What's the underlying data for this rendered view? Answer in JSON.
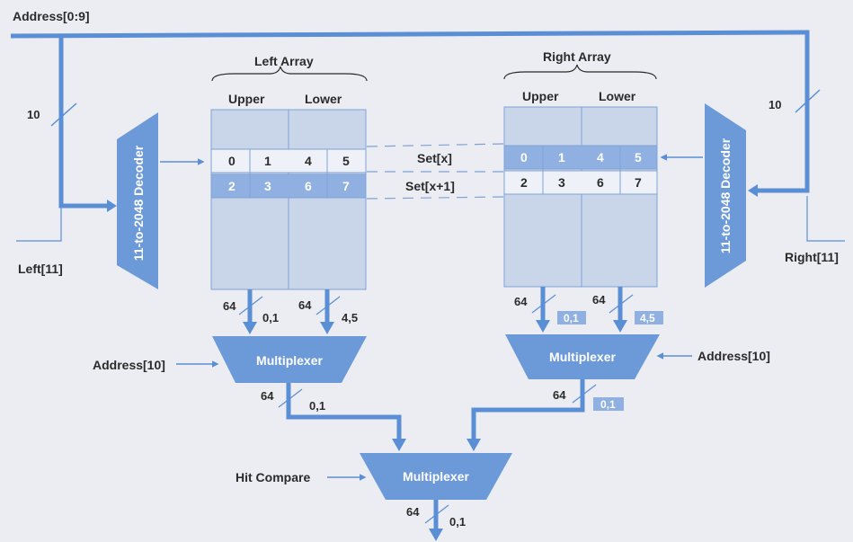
{
  "colors": {
    "background": "#ecedf2",
    "bus": "#5a8fd6",
    "array_fill": "#c9d6ea",
    "array_line": "#7fa2d6",
    "highlight_row": "#8fb0e0",
    "shape_fill": "#6c9ad8",
    "text": "#2b2b2b"
  },
  "address_bus": {
    "label": "Address[0:9]",
    "left_width": "10",
    "right_width": "10"
  },
  "left_array": {
    "title": "Left Array",
    "upper": "Upper",
    "lower": "Lower",
    "row_x": [
      "0",
      "1",
      "4",
      "5"
    ],
    "row_x1": [
      "2",
      "3",
      "6",
      "7"
    ],
    "out_upper_width": "64",
    "out_upper_tag": "0,1",
    "out_lower_width": "64",
    "out_lower_tag": "4,5"
  },
  "right_array": {
    "title": "Right Array",
    "upper": "Upper",
    "lower": "Lower",
    "row_x": [
      "0",
      "1",
      "4",
      "5"
    ],
    "row_x1": [
      "2",
      "3",
      "6",
      "7"
    ],
    "out_upper_width": "64",
    "out_upper_tag": "0,1",
    "out_lower_width": "64",
    "out_lower_tag": "4,5"
  },
  "sets": {
    "set_x": "Set[x]",
    "set_x1": "Set[x+1]"
  },
  "left_decoder": {
    "label": "11-to-2048 Decoder",
    "input": "Left[11]"
  },
  "right_decoder": {
    "label": "11-to-2048 Decoder",
    "input": "Right[11]"
  },
  "left_mux": {
    "label": "Multiplexer",
    "select": "Address[10]",
    "out_width": "64",
    "out_tag": "0,1"
  },
  "right_mux": {
    "label": "Multiplexer",
    "select": "Address[10]",
    "out_width": "64",
    "out_tag": "0,1"
  },
  "final_mux": {
    "label": "Multiplexer",
    "select": "Hit Compare",
    "out_width": "64",
    "out_tag": "0,1"
  }
}
